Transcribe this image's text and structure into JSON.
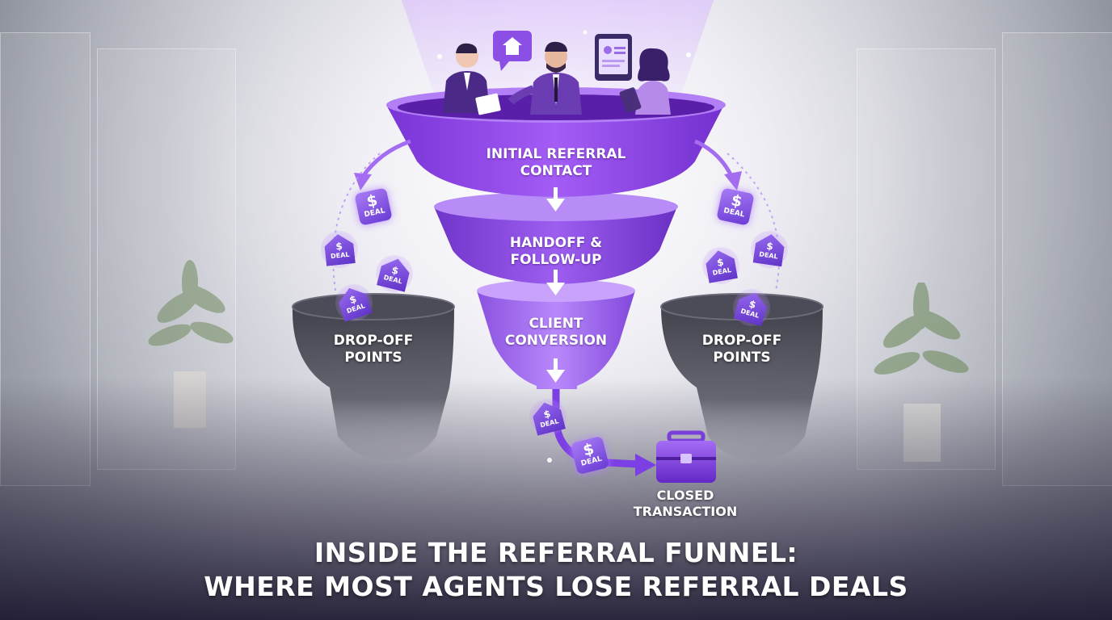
{
  "title": {
    "line1": "INSIDE THE REFERRAL FUNNEL:",
    "line2": "WHERE MOST AGENTS LOSE REFERRAL DEALS"
  },
  "funnel": {
    "stages": [
      {
        "line1": "INITIAL REFERRAL",
        "line2": "CONTACT"
      },
      {
        "line1": "HANDOFF &",
        "line2": "FOLLOW-UP"
      },
      {
        "line1": "CLIENT",
        "line2": "CONVERSION"
      }
    ]
  },
  "drop_off": {
    "left": {
      "line1": "DROP-OFF",
      "line2": "POINTS"
    },
    "right": {
      "line1": "DROP-OFF",
      "line2": "POINTS"
    }
  },
  "closed": {
    "line1": "CLOSED",
    "line2": "TRANSACTION"
  },
  "deal_token": {
    "symbol": "$",
    "label": "DEAL"
  },
  "icons": [
    "house-chat-icon",
    "tablet-profile-icon",
    "briefcase-icon",
    "dollar-deal-tag-icon",
    "house-deal-icon"
  ],
  "colors": {
    "funnel_top": "#9a4ff0",
    "funnel_mid": "#8846e6",
    "funnel_low": "#a46cf0",
    "accent": "#7b3fe4",
    "drop_funnel": "#3c3d48"
  }
}
